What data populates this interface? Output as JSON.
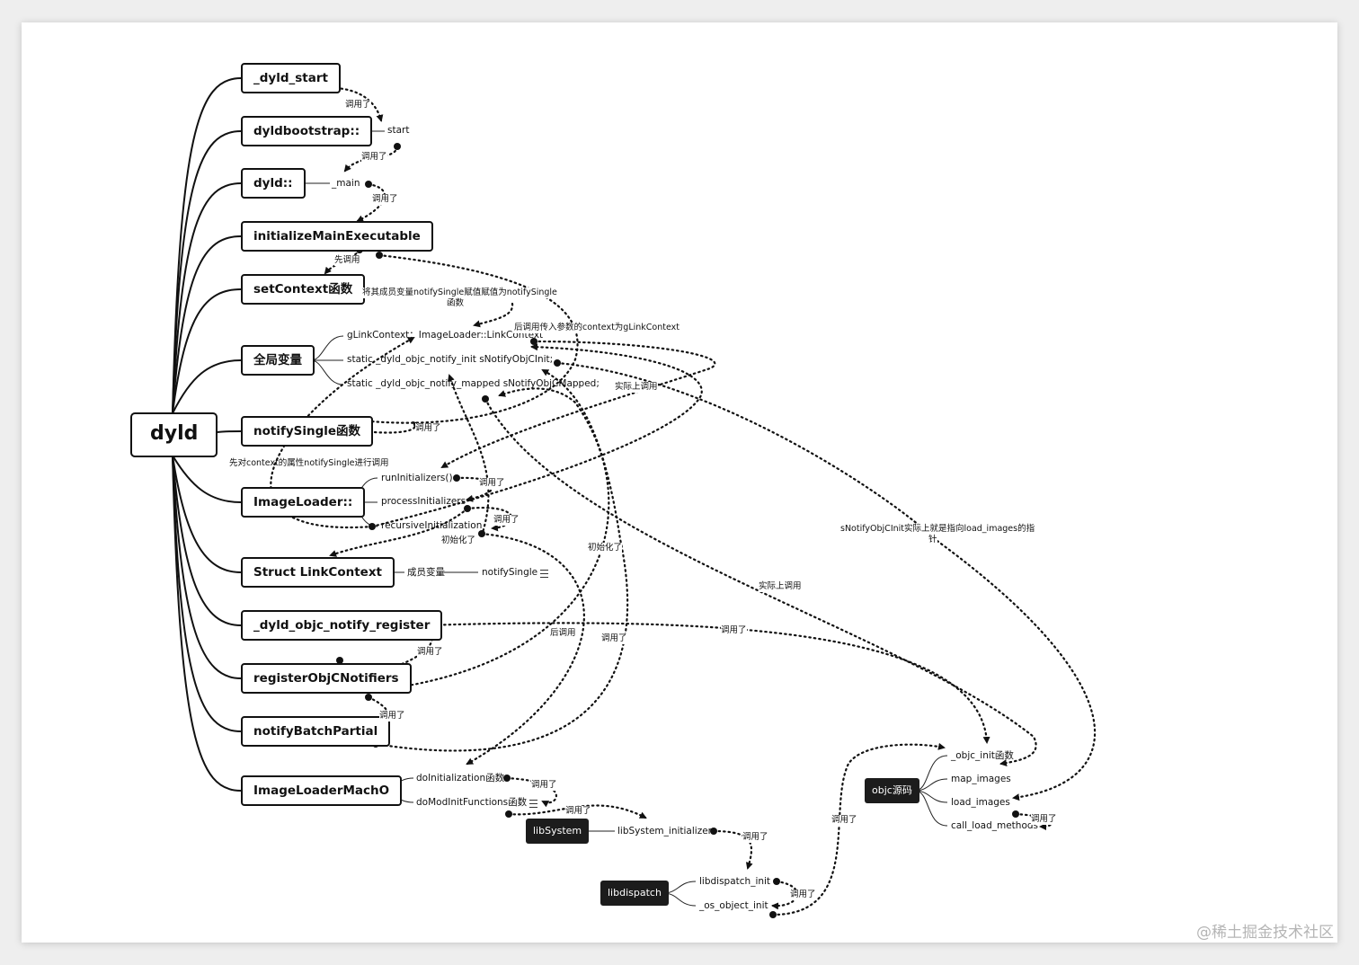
{
  "root": "dyld",
  "nodes": {
    "dyld_start": "_dyld_start",
    "dyldbootstrap": "dyldbootstrap::",
    "dyld_ns": "dyld::",
    "initializeMainExecutable": "initializeMainExecutable",
    "setContext": "setContext函数",
    "globals": "全局变量",
    "notifySingle": "notifySingle函数",
    "imageLoader": "ImageLoader::",
    "structLinkContext": "Struct LinkContext",
    "dyld_objc_notify_register": "_dyld_objc_notify_register",
    "registerObjCNotifiers": "registerObjCNotifiers",
    "notifyBatchPartial": "notifyBatchPartial",
    "imageLoaderMachO": "ImageLoaderMachO"
  },
  "dark_nodes": {
    "libSystem": "libSystem",
    "libdispatch": "libdispatch",
    "objc_source": "objc源码"
  },
  "children": {
    "start": "start",
    "main": "_main",
    "gLinkContext": "gLinkContext：ImageLoader::LinkContext",
    "sNotifyObjCInit": "static _dyld_objc_notify_init  sNotifyObjCInit;",
    "sNotifyObjCMapped": "static _dyld_objc_notify_mapped  sNotifyObjCMapped;",
    "runInitializers": "runInitializers()",
    "processInitializers": "processInitializers",
    "recursiveInitialization": "recursiveInitialization",
    "member_var": "成员变量",
    "notifySingle_member": "notifySingle",
    "doInitialization": "doInitialization函数",
    "doModInitFunctions": "doModInitFunctions函数",
    "libSystem_initializer": "libSystem_initializer",
    "libdispatch_init": "libdispatch_init",
    "os_object_init": "_os_object_init",
    "objc_init": "_objc_init函数",
    "map_images": "map_images",
    "load_images": "load_images",
    "call_load_methods": "call_load_methods"
  },
  "annotations": {
    "a01": "调用了",
    "a02": "调用了",
    "a03": "调用了",
    "a04": "先调用",
    "a05": "将其成员变量notifySingle赋值赋值为notifySingle",
    "a05b": "函数",
    "a06": "后调用传入参数的context为gLinkContext",
    "a07": "实际上调用",
    "a08": "调用了",
    "a09": "先对context的属性notifySingle进行调用",
    "a10": "调用了",
    "a11": "调用了",
    "a12": "初始化了",
    "a13": "初始化了",
    "a14": "sNotifyObjCInit实际上就是指向load_images的指",
    "a14b": "针",
    "a15": "实际上调用",
    "a16": "调用了",
    "a17": "后调用",
    "a18": "调用了",
    "a19": "调用了",
    "a20": "调用了",
    "a21": "调用了",
    "a22": "调用了",
    "a23": "调用了",
    "a24": "调用了",
    "a25": "调用了",
    "a26": "调用了"
  },
  "watermark": "@稀土掘金技术社区",
  "colors": {
    "background": "#eeeeee",
    "sheet": "#ffffff",
    "node_border": "#111111",
    "dark_node": "#1c1c1c"
  }
}
